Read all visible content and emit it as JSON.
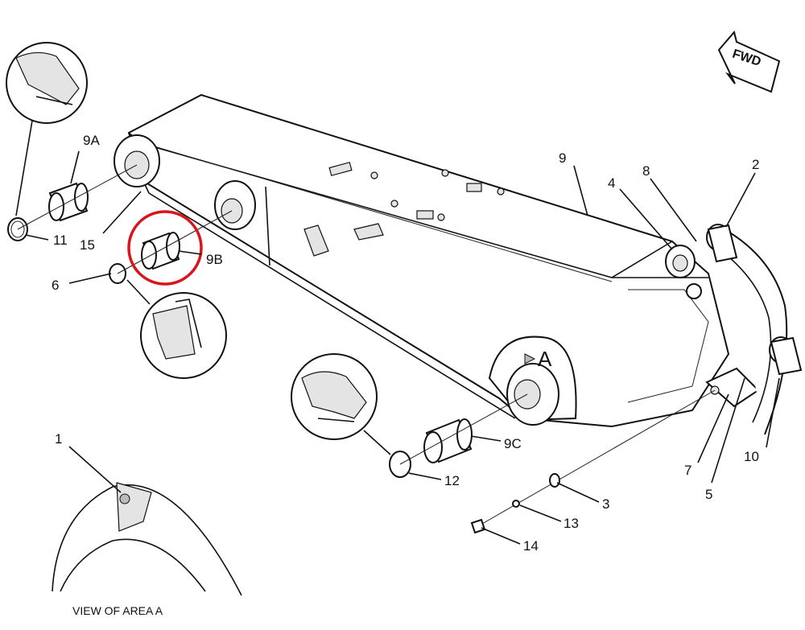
{
  "direction_marker": {
    "text": "FWD"
  },
  "section_marker": {
    "text": "A"
  },
  "view_caption": {
    "text": "VIEW OF AREA A"
  },
  "highlight": {
    "target": "9B",
    "color": "#d9141b"
  },
  "callouts": {
    "c1": "1",
    "c2": "2",
    "c3": "3",
    "c4": "4",
    "c5": "5",
    "c6": "6",
    "c7": "7",
    "c8": "8",
    "c9": "9",
    "c9a": "9A",
    "c9b": "9B",
    "c9c": "9C",
    "c10": "10",
    "c11": "11",
    "c12": "12",
    "c13": "13",
    "c14": "14",
    "c15": "15"
  }
}
